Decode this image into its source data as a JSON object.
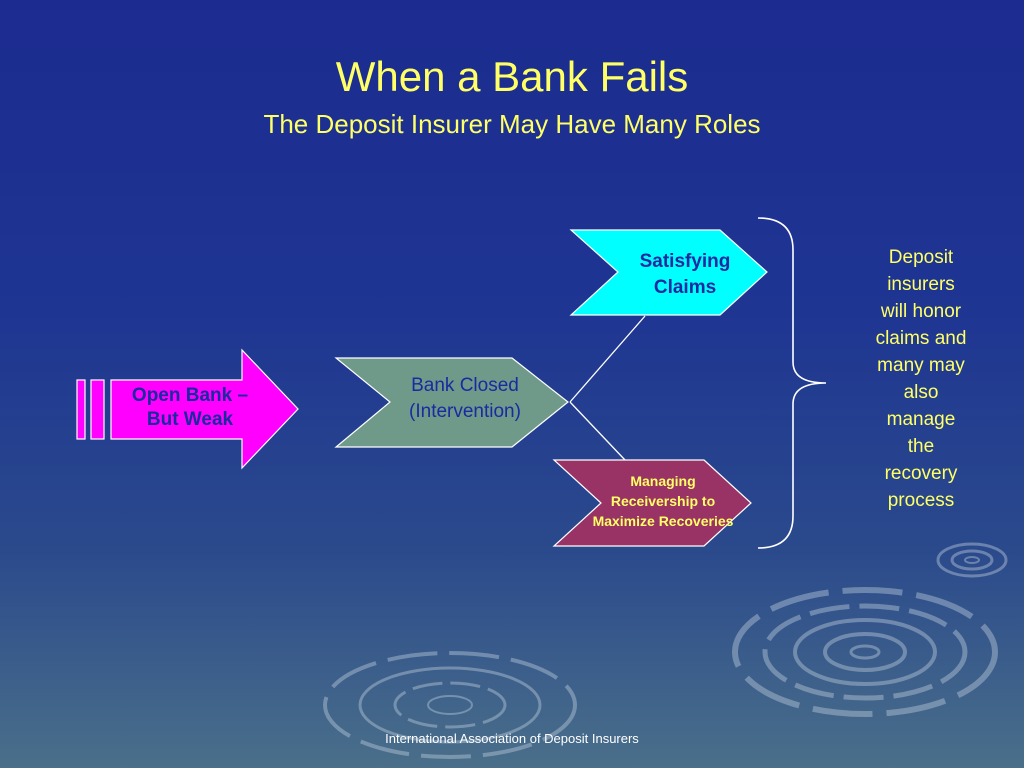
{
  "slide": {
    "title": "When a Bank Fails",
    "subtitle": "The Deposit Insurer May Have Many Roles",
    "footer": "International Association of Deposit Insurers"
  },
  "diagram": {
    "nodes": {
      "open_bank": "Open Bank –\nBut Weak",
      "bank_closed": "Bank Closed\n(Intervention)",
      "satisfying_claims": "Satisfying\nClaims",
      "managing_receivership": "Managing\nReceivership to\nMaximize Recoveries"
    },
    "side_note": "Deposit\ninsurers\nwill honor\nclaims and\nmany may\nalso\nmanage\nthe\nrecovery\nprocess"
  },
  "colors": {
    "title_text": "#ffff66",
    "open_bank_fill": "#ff00ff",
    "bank_closed_fill": "#6f9a8a",
    "claims_fill": "#00ffff",
    "receivership_fill": "#993366",
    "node_text": "#1a2aa0",
    "connector": "#ffffff"
  },
  "icons": {
    "decoration": "water-ripples-icon"
  }
}
